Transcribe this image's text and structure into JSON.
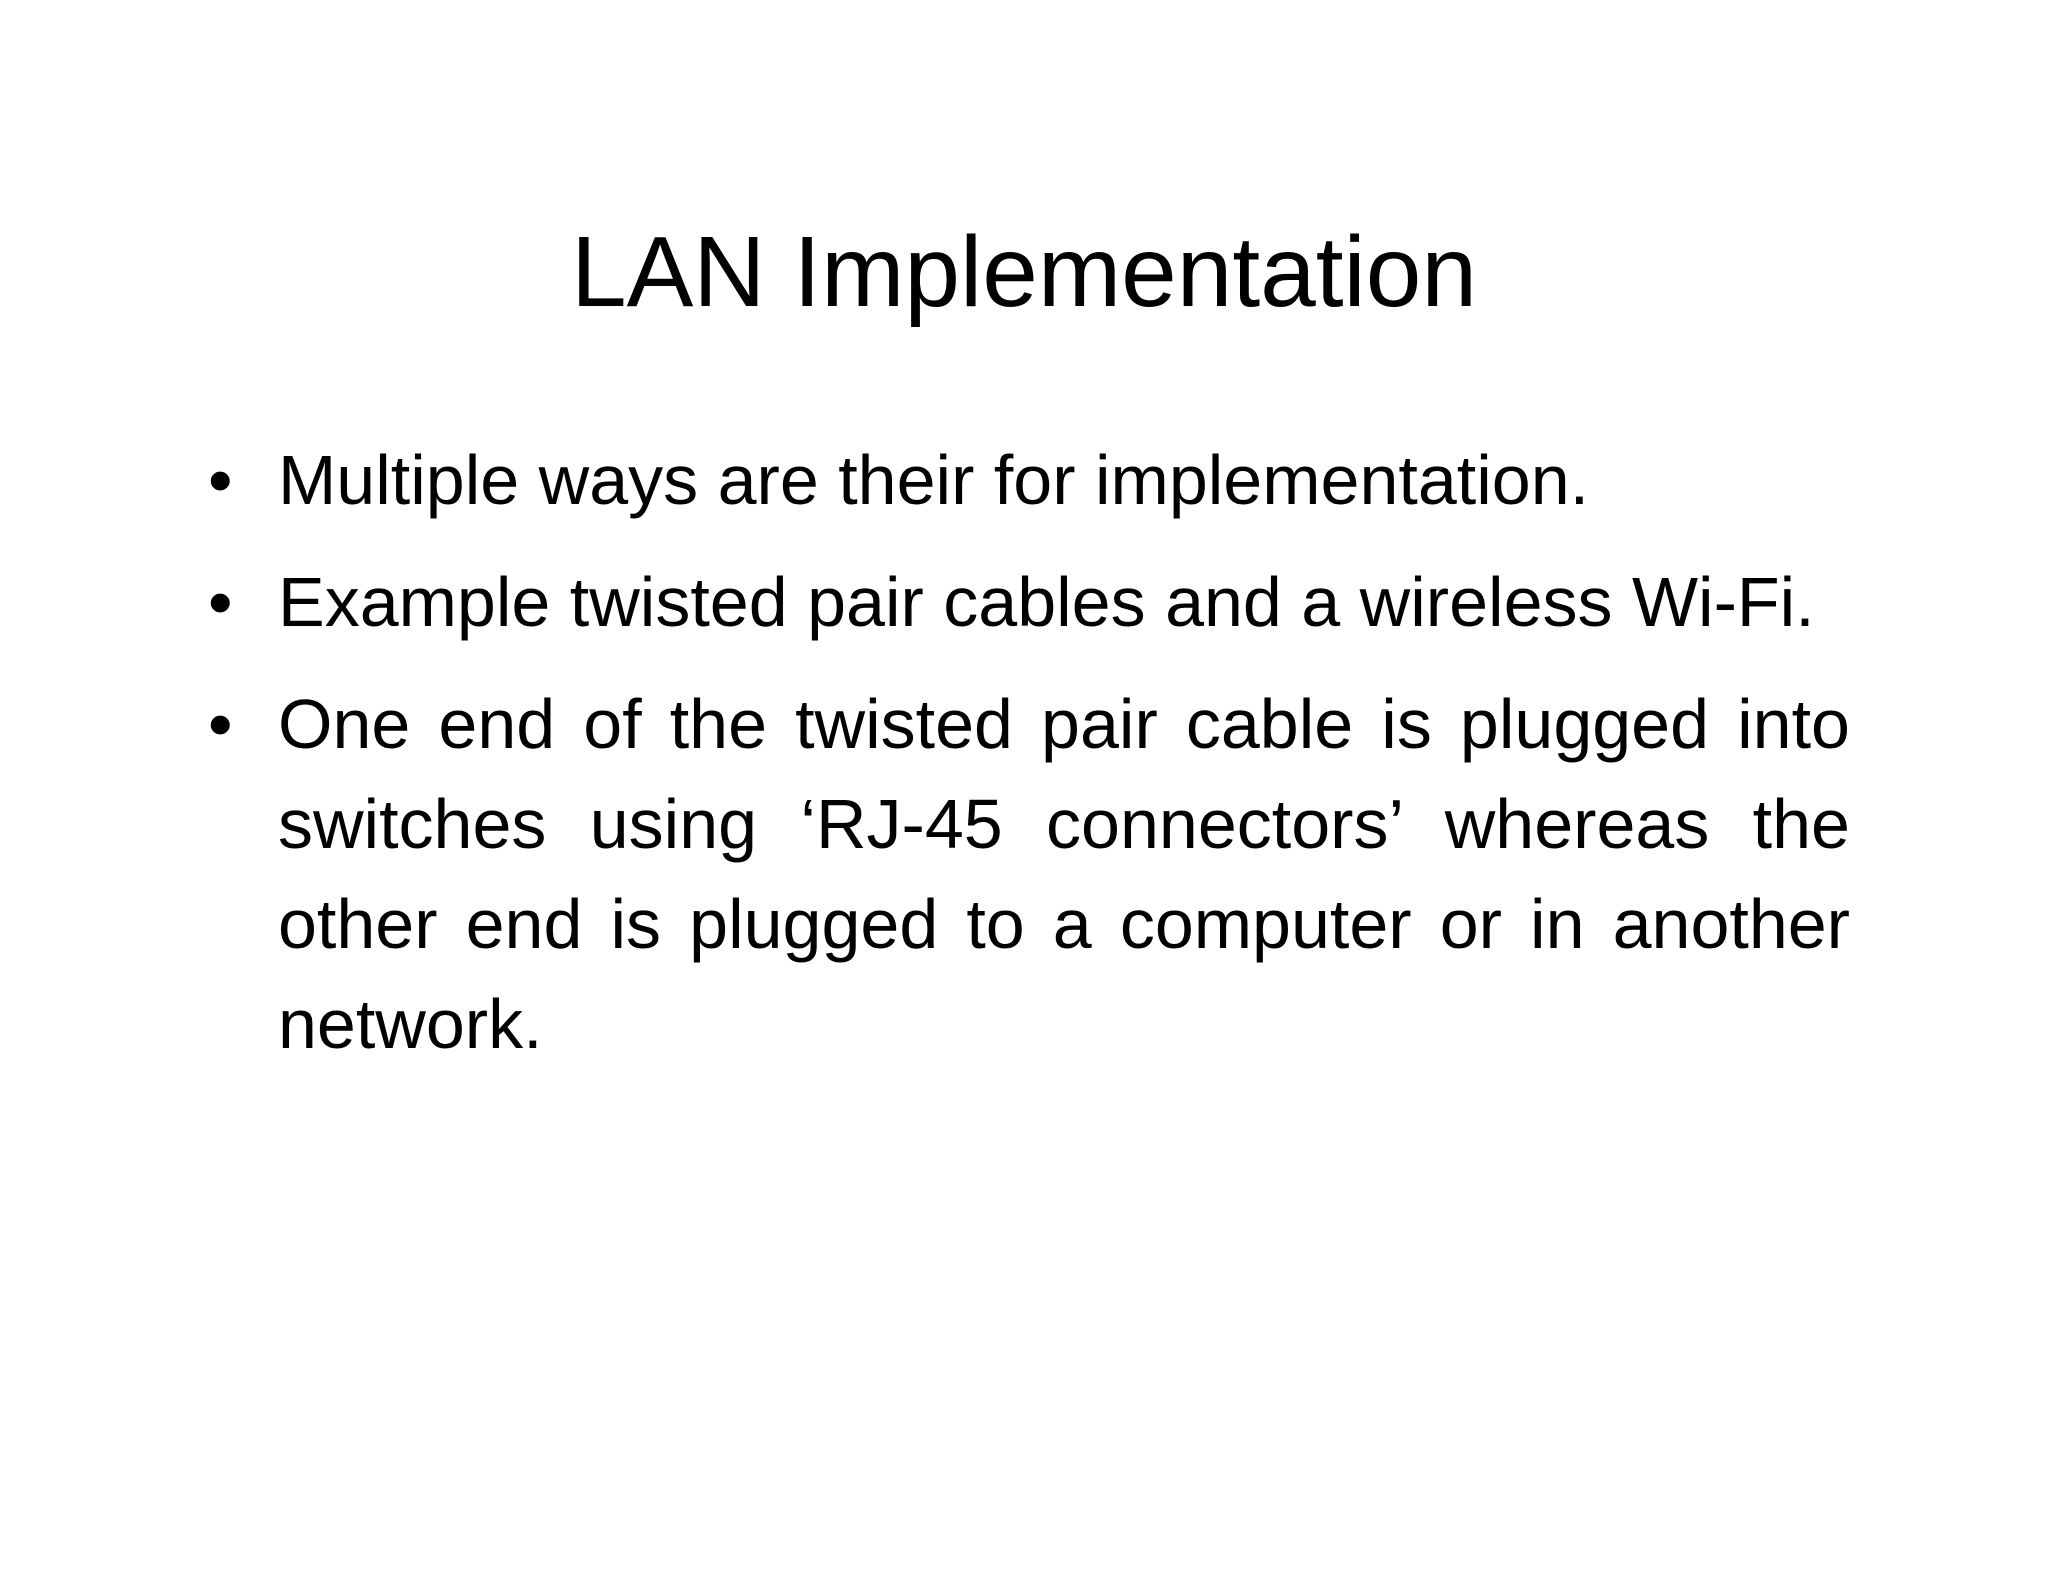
{
  "slide": {
    "title": "LAN Implementation",
    "bullet_glyph": "•",
    "bullets": [
      "Multiple ways are their for implementation.",
      "Example twisted pair cables and a wireless Wi-Fi.",
      "One end of the twisted pair cable is plugged into switches using ‘RJ-45 connectors’ whereas the other end is plugged to a computer or in another network."
    ]
  }
}
